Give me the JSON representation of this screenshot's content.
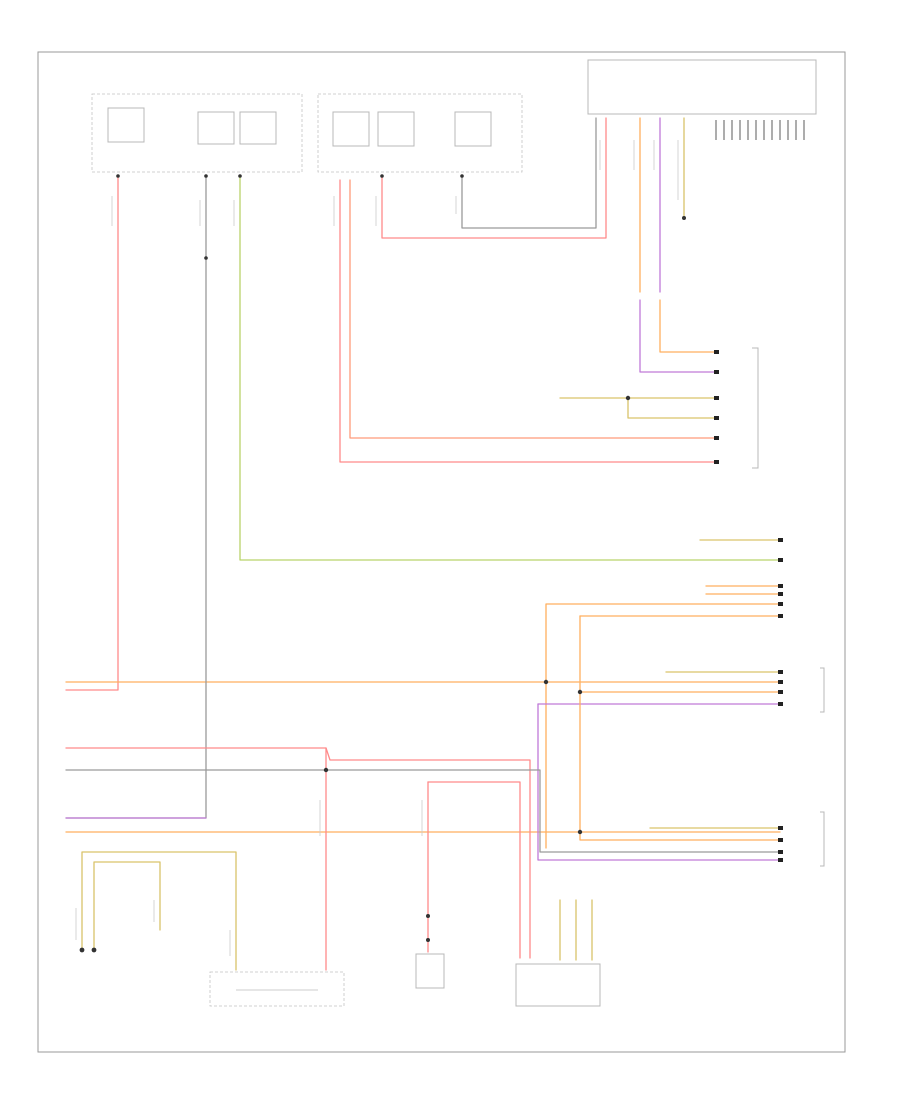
{
  "diagram": {
    "page_id": "",
    "labels": [
      {
        "id": "engine-fuse-panel",
        "text": ""
      },
      {
        "id": "fuse-panel-cab",
        "text": ""
      },
      {
        "id": "ccm-title",
        "text": ""
      },
      {
        "id": "ground-note",
        "text": ""
      },
      {
        "id": "connector-c1",
        "text": ""
      },
      {
        "id": "lamp-left",
        "text": ""
      },
      {
        "id": "lamp-right",
        "text": ""
      },
      {
        "id": "tail-lamp-assy",
        "text": ""
      },
      {
        "id": "brake-switch-left",
        "text": ""
      },
      {
        "id": "rear-module",
        "text": ""
      },
      {
        "id": "combination-lamp-left",
        "text": ""
      },
      {
        "id": "combination-lamp-right",
        "text": ""
      },
      {
        "id": "cluster",
        "text": ""
      },
      {
        "id": "ground-left",
        "text": ""
      },
      {
        "id": "brake-switch",
        "text": ""
      },
      {
        "id": "reverse-switch",
        "text": ""
      },
      {
        "id": "instrument-panel",
        "text": ""
      }
    ]
  }
}
